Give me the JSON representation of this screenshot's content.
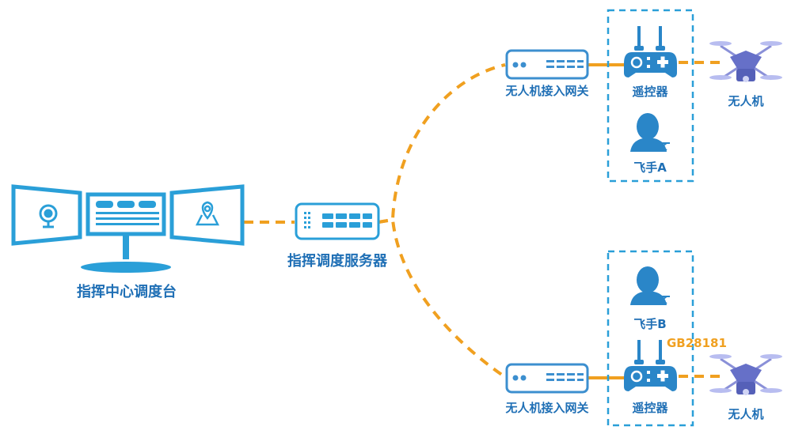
{
  "colors": {
    "device_blue": "#2a9fd8",
    "label_blue": "#1f6fb5",
    "link_orange": "#f0a020",
    "group_border": "#2a9fd8",
    "drone_purple": "#6670c8"
  },
  "nodes": {
    "console": {
      "label": "指挥中心调度台",
      "icon": "triple-monitor-icon"
    },
    "server": {
      "label": "指挥调度服务器",
      "icon": "server-icon"
    },
    "gateway_top": {
      "label": "无人机接入网关",
      "icon": "gateway-icon"
    },
    "gateway_bottom": {
      "label": "无人机接入网关",
      "icon": "gateway-icon"
    },
    "rc_top": {
      "label": "遥控器",
      "icon": "remote-controller-icon"
    },
    "rc_bottom": {
      "label": "遥控器",
      "icon": "remote-controller-icon"
    },
    "pilot_a": {
      "label": "飞手A",
      "icon": "pilot-icon"
    },
    "pilot_b": {
      "label": "飞手B",
      "icon": "pilot-icon"
    },
    "drone_top": {
      "label": "无人机",
      "icon": "drone-icon"
    },
    "drone_bottom": {
      "label": "无人机",
      "icon": "drone-icon"
    }
  },
  "protocol_label": "GB28181"
}
